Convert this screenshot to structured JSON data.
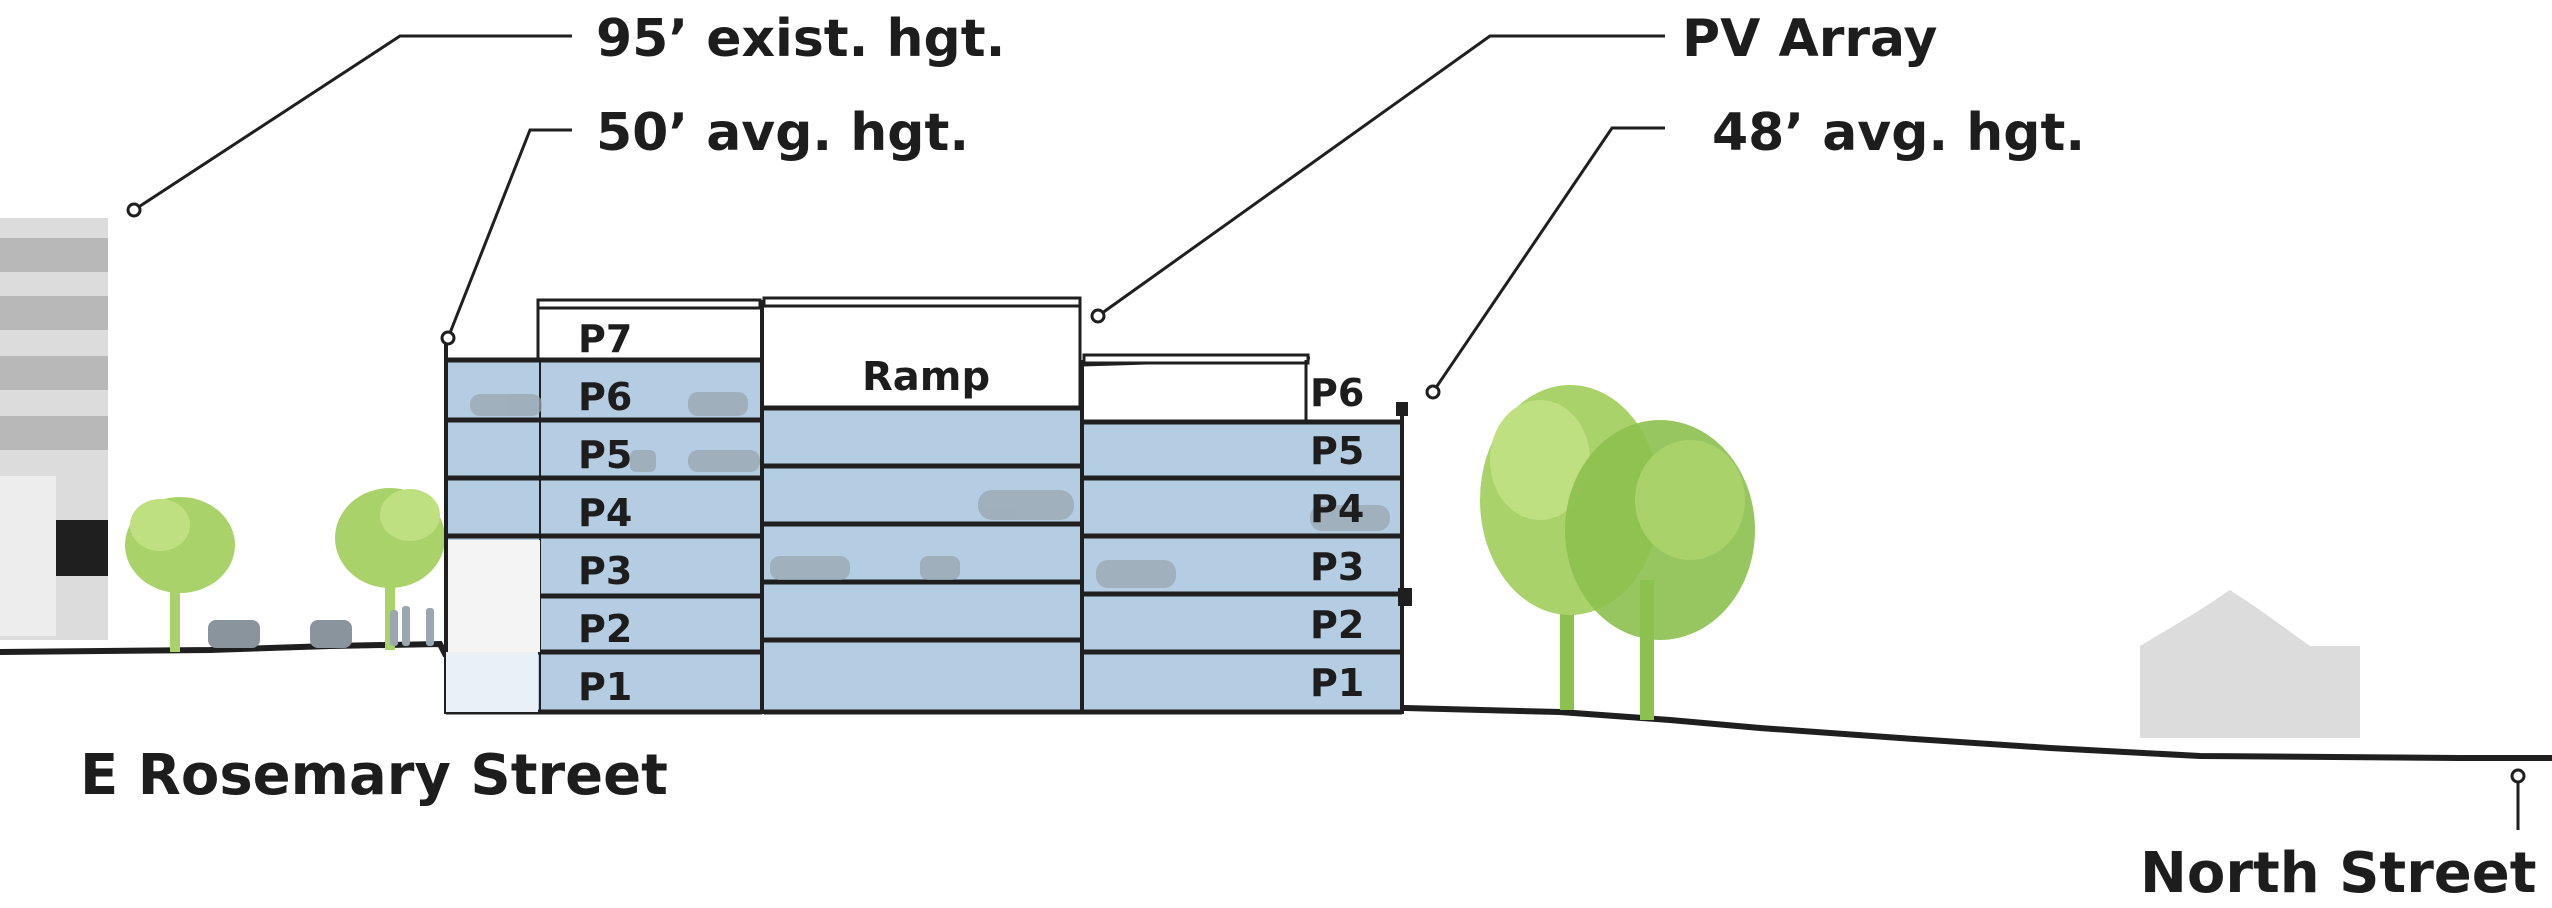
{
  "callouts": {
    "existing_height": "95’ exist. hgt.",
    "avg_height_left": "50’ avg. hgt.",
    "pv_array": "PV Array",
    "avg_height_right": "48’ avg. hgt."
  },
  "streets": {
    "left": "E Rosemary Street",
    "right": "North Street"
  },
  "left_block_levels": [
    "P7",
    "P6",
    "P5",
    "P4",
    "P3",
    "P2",
    "P1"
  ],
  "right_block_levels": [
    "P6",
    "P5",
    "P4",
    "P3",
    "P2",
    "P1"
  ],
  "ramp_label": "Ramp",
  "colors": {
    "floor_fill": "#b4cde2",
    "structure": "#1f1f1f",
    "tree_light": "#a9d36a",
    "tree_mid": "#8cc04f",
    "building_gray": "#dcdcdc",
    "vehicle_gray": "#9aa6b0"
  }
}
